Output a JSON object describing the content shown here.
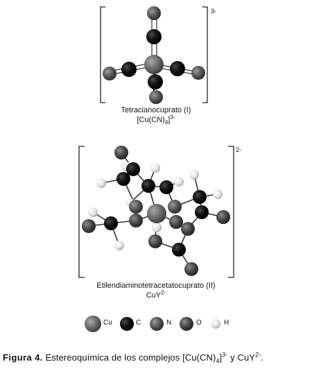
{
  "complex1": {
    "name": "Tetracianocuprato (I)",
    "formula_main": "[Cu(CN)",
    "formula_sub": "4",
    "formula_close": "]",
    "formula_sup": "3-",
    "charge": "3-"
  },
  "complex2": {
    "name": "Etilendiaminotetracetatocuprato (II)",
    "formula_main": "CuY",
    "formula_sup": "2-",
    "charge": "2-"
  },
  "legend": {
    "items": [
      {
        "label": "Cu",
        "color": "#5a5a5a"
      },
      {
        "label": "C",
        "color": "#0a0a0a"
      },
      {
        "label": "N",
        "color": "#4a4a4a"
      },
      {
        "label": "O",
        "color": "#3a3a3a"
      },
      {
        "label": "H",
        "color": "#e6e6e6"
      }
    ]
  },
  "caption": {
    "prefix": "Figura 4.",
    "text": "Estereoquímica de los complejos [Cu(CN)",
    "sub": "4",
    "text2": "]",
    "sup1": "3-",
    "text3": " y CuY",
    "sup2": "2-",
    "text4": "."
  }
}
